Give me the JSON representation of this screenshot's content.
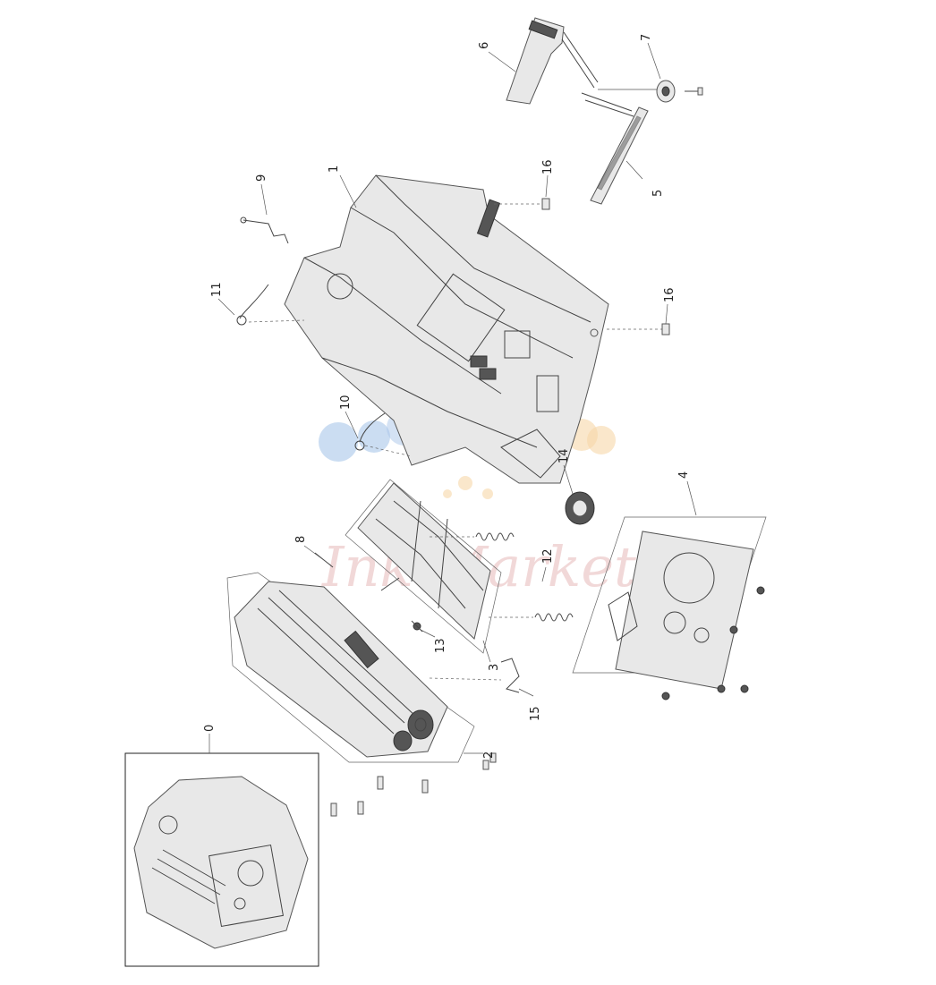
{
  "diagram": {
    "callouts": [
      {
        "id": "0",
        "label": "0"
      },
      {
        "id": "1",
        "label": "1"
      },
      {
        "id": "2",
        "label": "2"
      },
      {
        "id": "3",
        "label": "3"
      },
      {
        "id": "4",
        "label": "4"
      },
      {
        "id": "5",
        "label": "5"
      },
      {
        "id": "6",
        "label": "6"
      },
      {
        "id": "7",
        "label": "7"
      },
      {
        "id": "8",
        "label": "8"
      },
      {
        "id": "9",
        "label": "9"
      },
      {
        "id": "10",
        "label": "10"
      },
      {
        "id": "11",
        "label": "11"
      },
      {
        "id": "12",
        "label": "12"
      },
      {
        "id": "13",
        "label": "13"
      },
      {
        "id": "14",
        "label": "14"
      },
      {
        "id": "15",
        "label": "15"
      },
      {
        "id": "16a",
        "label": "16"
      },
      {
        "id": "16b",
        "label": "16"
      }
    ],
    "watermark": {
      "text": "Ink Market"
    },
    "colors": {
      "line": "#444444",
      "watermark_text": "#e7b9b9",
      "watermark_blue": "#a9c6ea",
      "watermark_orange": "#f6d7a8"
    }
  }
}
